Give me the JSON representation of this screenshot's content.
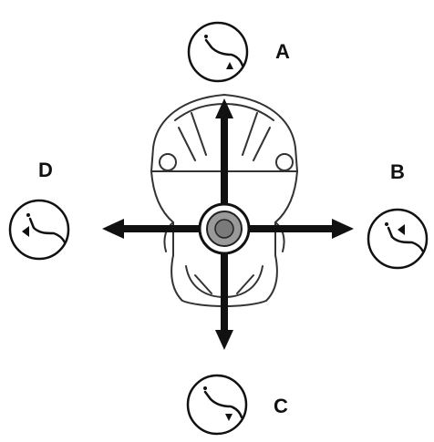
{
  "labels": {
    "a": "A",
    "b": "B",
    "c": "C",
    "d": "D"
  },
  "icons": {
    "a": "recline-tilt-up-icon",
    "b": "recline-forward-icon",
    "c": "recline-tilt-down-icon",
    "d": "recline-backward-icon"
  },
  "colors": {
    "line": "#111111",
    "chair_outline": "#333333",
    "knob": "#888888",
    "background": "#ffffff"
  }
}
